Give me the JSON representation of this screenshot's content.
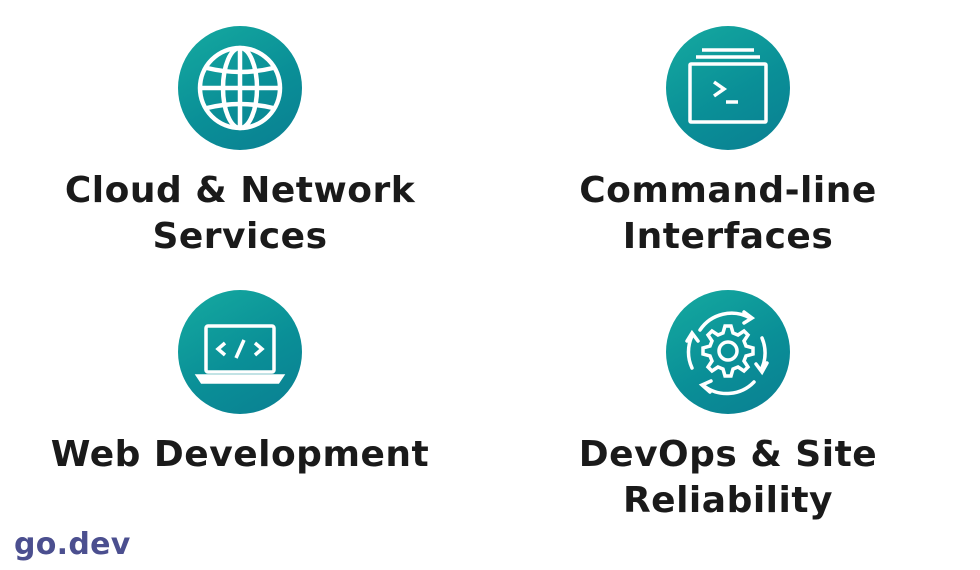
{
  "tiles": {
    "cloud": {
      "icon": "globe-icon",
      "line1": "Cloud & Network",
      "line2": "Services"
    },
    "cli": {
      "icon": "terminal-icon",
      "line1": "Command-line",
      "line2": "Interfaces"
    },
    "web": {
      "icon": "code-laptop-icon",
      "line1": "Web Development",
      "line2": ""
    },
    "devops": {
      "icon": "gear-cycle-icon",
      "line1": "DevOps & Site",
      "line2": "Reliability"
    }
  },
  "footer": {
    "text": "go.dev"
  },
  "colors": {
    "badge_teal": "#0a8f97",
    "text": "#1a1a1a",
    "footer": "#4b4f8f"
  }
}
